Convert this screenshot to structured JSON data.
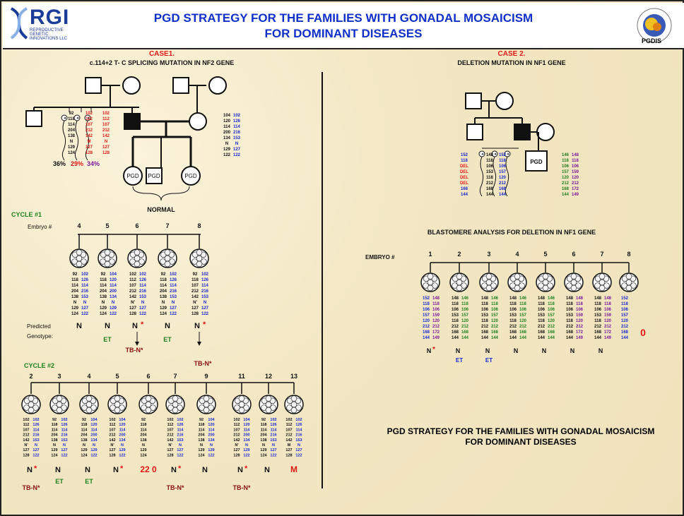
{
  "header": {
    "title_line1": "PGD  STRATEGY FOR THE FAMILIES WITH GONADAL MOSAICISM",
    "title_line2": "FOR DOMINANT DISEASES",
    "logo_main": "RGI",
    "logo_sub": "REPRODUCTIVE GENETIC INNOVATIONS LLC",
    "pgdis_label": "PGDIS"
  },
  "case1": {
    "title": "CASE1.",
    "subtitle": "c.114+2 T- C SPLICING MUTATION IN NF2 GENE",
    "fetal_pcts": [
      "36%",
      "29%",
      "34%"
    ],
    "pgd_label": "PGD",
    "normal_label": "NORMAL",
    "fetus1": [
      "92",
      "118",
      "114",
      "204",
      "138",
      "N",
      "129",
      "124"
    ],
    "fetus2": [
      "102",
      "112",
      "107",
      "212",
      "142",
      "M",
      "127",
      "128"
    ],
    "fetus3": [
      "102",
      "112",
      "107",
      "212",
      "142",
      "N",
      "127",
      "128"
    ],
    "right_allele": [
      [
        "104",
        "102"
      ],
      [
        "120",
        "126"
      ],
      [
        "114",
        "114"
      ],
      [
        "200",
        "216"
      ],
      [
        "134",
        "153"
      ],
      [
        "N",
        "N"
      ],
      [
        "129",
        "127"
      ],
      [
        "122",
        "122"
      ]
    ],
    "cycle1": {
      "label": "CYCLE #1",
      "embryo_label": "Embryo #",
      "predicted_label_1": "Predicted",
      "predicted_label_2": "Genotype:",
      "embryos": [
        {
          "num": "4",
          "a": [
            [
              "92",
              "102"
            ],
            [
              "118",
              "126"
            ],
            [
              "114",
              "114"
            ],
            [
              "204",
              "216"
            ],
            [
              "138",
              "153"
            ],
            [
              "N",
              "N"
            ],
            [
              "129",
              "127"
            ],
            [
              "124",
              "122"
            ]
          ],
          "geno": "N",
          "star": "",
          "sub": ""
        },
        {
          "num": "5",
          "a": [
            [
              "92",
              "104"
            ],
            [
              "118",
              "120"
            ],
            [
              "114",
              "114"
            ],
            [
              "204",
              "200"
            ],
            [
              "138",
              "134"
            ],
            [
              "N",
              "N"
            ],
            [
              "129",
              "129"
            ],
            [
              "124",
              "122"
            ]
          ],
          "geno": "N",
          "star": "",
          "sub": "ET"
        },
        {
          "num": "6",
          "a": [
            [
              "102",
              "102"
            ],
            [
              "112",
              "126"
            ],
            [
              "107",
              "114"
            ],
            [
              "212",
              "216"
            ],
            [
              "142",
              "153"
            ],
            [
              "N'",
              "N"
            ],
            [
              "127",
              "127"
            ],
            [
              "128",
              "122"
            ]
          ],
          "geno": "N",
          "star": "*",
          "sub": "TB-N*"
        },
        {
          "num": "7",
          "a": [
            [
              "92",
              "102"
            ],
            [
              "118",
              "126"
            ],
            [
              "114",
              "114"
            ],
            [
              "204",
              "216"
            ],
            [
              "138",
              "153"
            ],
            [
              "N",
              "N"
            ],
            [
              "129",
              "127"
            ],
            [
              "124",
              "122"
            ]
          ],
          "geno": "N",
          "star": "",
          "sub": "ET"
        },
        {
          "num": "8",
          "a": [
            [
              "92",
              "102"
            ],
            [
              "118",
              "126"
            ],
            [
              "107",
              "114"
            ],
            [
              "212",
              "216"
            ],
            [
              "142",
              "153"
            ],
            [
              "N'",
              "N"
            ],
            [
              "127",
              "127"
            ],
            [
              "128",
              "122"
            ]
          ],
          "geno": "N",
          "star": "*",
          "sub": "TB-N*"
        }
      ]
    },
    "cycle2": {
      "label": "CYCLE #2",
      "embryos": [
        {
          "num": "2",
          "a": [
            [
              "102",
              "102"
            ],
            [
              "112",
              "126"
            ],
            [
              "107",
              "114"
            ],
            [
              "212",
              "216"
            ],
            [
              "142",
              "153"
            ],
            [
              "N'",
              "N"
            ],
            [
              "127",
              "127"
            ],
            [
              "128",
              "122"
            ]
          ],
          "geno": "N*",
          "sub": "TB-N*"
        },
        {
          "num": "3",
          "a": [
            [
              "92",
              "102"
            ],
            [
              "118",
              "126"
            ],
            [
              "114",
              "114"
            ],
            [
              "204",
              "216"
            ],
            [
              "138",
              "153"
            ],
            [
              "N",
              "N"
            ],
            [
              "129",
              "127"
            ],
            [
              "124",
              "122"
            ]
          ],
          "geno": "N",
          "sub": "ET"
        },
        {
          "num": "4",
          "a": [
            [
              "92",
              "104"
            ],
            [
              "118",
              "120"
            ],
            [
              "114",
              "114"
            ],
            [
              "204",
              "200"
            ],
            [
              "138",
              "134"
            ],
            [
              "N",
              "N"
            ],
            [
              "129",
              "129"
            ],
            [
              "124",
              "122"
            ]
          ],
          "geno": "N",
          "sub": "ET"
        },
        {
          "num": "5",
          "a": [
            [
              "102",
              "104"
            ],
            [
              "112",
              "120"
            ],
            [
              "107",
              "114"
            ],
            [
              "212",
              "200"
            ],
            [
              "142",
              "134"
            ],
            [
              "N'",
              "N"
            ],
            [
              "127",
              "129"
            ],
            [
              "128",
              "122"
            ]
          ],
          "geno": "N*",
          "sub": ""
        },
        {
          "num": "6",
          "a": [
            [
              "92",
              ""
            ],
            [
              "118",
              ""
            ],
            [
              "114",
              ""
            ],
            [
              "204",
              ""
            ],
            [
              "138",
              ""
            ],
            [
              "N",
              ""
            ],
            [
              "129",
              ""
            ],
            [
              "124",
              ""
            ]
          ],
          "geno": "22 0",
          "sub": ""
        },
        {
          "num": "7",
          "a": [
            [
              "102",
              "102"
            ],
            [
              "112",
              "126"
            ],
            [
              "107",
              "114"
            ],
            [
              "212",
              "216"
            ],
            [
              "142",
              "153"
            ],
            [
              "N'",
              "N"
            ],
            [
              "127",
              "127"
            ],
            [
              "128",
              "122"
            ]
          ],
          "geno": "N*",
          "sub": "TB-N*"
        },
        {
          "num": "9",
          "a": [
            [
              "92",
              "104"
            ],
            [
              "118",
              "120"
            ],
            [
              "114",
              "114"
            ],
            [
              "204",
              "200"
            ],
            [
              "138",
              "134"
            ],
            [
              "N",
              "N"
            ],
            [
              "129",
              "129"
            ],
            [
              "124",
              "122"
            ]
          ],
          "geno": "N",
          "sub": ""
        },
        {
          "num": "11",
          "a": [
            [
              "102",
              "104"
            ],
            [
              "112",
              "120"
            ],
            [
              "107",
              "114"
            ],
            [
              "212",
              "200"
            ],
            [
              "142",
              "134"
            ],
            [
              "N'",
              "N"
            ],
            [
              "127",
              "129"
            ],
            [
              "128",
              "122"
            ]
          ],
          "geno": "N*",
          "sub": "TB-N*"
        },
        {
          "num": "12",
          "a": [
            [
              "92",
              "102"
            ],
            [
              "118",
              "126"
            ],
            [
              "114",
              "114"
            ],
            [
              "204",
              "216"
            ],
            [
              "138",
              "153"
            ],
            [
              "N",
              "N"
            ],
            [
              "129",
              "127"
            ],
            [
              "124",
              "122"
            ]
          ],
          "geno": "N",
          "sub": ""
        },
        {
          "num": "13",
          "a": [
            [
              "102",
              "102"
            ],
            [
              "112",
              "126"
            ],
            [
              "107",
              "114"
            ],
            [
              "212",
              "216"
            ],
            [
              "142",
              "153"
            ],
            [
              "M",
              "N"
            ],
            [
              "127",
              "127"
            ],
            [
              "128",
              "122"
            ]
          ],
          "geno": "M",
          "sub": ""
        }
      ]
    }
  },
  "case2": {
    "title": "CASE 2.",
    "subtitle": "DELETION MUTATION IN NF1 GENE",
    "pgd_label": "PGD",
    "fetus1": [
      "152",
      "118",
      "DEL",
      "DEL",
      "DEL",
      "DEL",
      "168",
      "144"
    ],
    "fetus2": [
      "148",
      "118",
      "106",
      "153",
      "118",
      "212",
      "168",
      "144"
    ],
    "fetus3": [
      "152",
      "118",
      "106",
      "157",
      "120",
      "212",
      "168",
      "144"
    ],
    "right_allele": [
      [
        "146",
        "148"
      ],
      [
        "118",
        "118"
      ],
      [
        "106",
        "106"
      ],
      [
        "157",
        "159"
      ],
      [
        "120",
        "120"
      ],
      [
        "212",
        "212"
      ],
      [
        "168",
        "172"
      ],
      [
        "144",
        "149"
      ]
    ],
    "analysis_title": "BLASTOMERE ANALYSIS FOR DELETION IN NF1 GENE",
    "embryo_label": "EMBRYO #",
    "embryos": [
      {
        "num": "1",
        "a": [
          [
            "152",
            "148"
          ],
          [
            "118",
            "118"
          ],
          [
            "106",
            "106"
          ],
          [
            "157",
            "159"
          ],
          [
            "120",
            "120"
          ],
          [
            "212",
            "212"
          ],
          [
            "168",
            "172"
          ],
          [
            "144",
            "149"
          ]
        ],
        "geno": "N*",
        "sub": ""
      },
      {
        "num": "2",
        "a": [
          [
            "148",
            "146"
          ],
          [
            "118",
            "118"
          ],
          [
            "106",
            "106"
          ],
          [
            "153",
            "157"
          ],
          [
            "118",
            "120"
          ],
          [
            "212",
            "212"
          ],
          [
            "168",
            "168"
          ],
          [
            "144",
            "144"
          ]
        ],
        "geno": "N",
        "sub": "ET"
      },
      {
        "num": "3",
        "a": [
          [
            "148",
            "146"
          ],
          [
            "118",
            "118"
          ],
          [
            "106",
            "106"
          ],
          [
            "153",
            "157"
          ],
          [
            "118",
            "120"
          ],
          [
            "212",
            "212"
          ],
          [
            "168",
            "168"
          ],
          [
            "144",
            "144"
          ]
        ],
        "geno": "N",
        "sub": "ET"
      },
      {
        "num": "4",
        "a": [
          [
            "148",
            "146"
          ],
          [
            "118",
            "118"
          ],
          [
            "106",
            "106"
          ],
          [
            "153",
            "157"
          ],
          [
            "118",
            "120"
          ],
          [
            "212",
            "212"
          ],
          [
            "168",
            "168"
          ],
          [
            "144",
            "144"
          ]
        ],
        "geno": "N",
        "sub": ""
      },
      {
        "num": "5",
        "a": [
          [
            "148",
            "146"
          ],
          [
            "118",
            "118"
          ],
          [
            "106",
            "106"
          ],
          [
            "153",
            "157"
          ],
          [
            "118",
            "120"
          ],
          [
            "212",
            "212"
          ],
          [
            "168",
            "168"
          ],
          [
            "144",
            "144"
          ]
        ],
        "geno": "N",
        "sub": ""
      },
      {
        "num": "6",
        "a": [
          [
            "148",
            "148"
          ],
          [
            "118",
            "118"
          ],
          [
            "106",
            "106"
          ],
          [
            "153",
            "159"
          ],
          [
            "118",
            "120"
          ],
          [
            "212",
            "212"
          ],
          [
            "168",
            "172"
          ],
          [
            "144",
            "149"
          ]
        ],
        "geno": "N",
        "sub": ""
      },
      {
        "num": "7",
        "a": [
          [
            "148",
            "148"
          ],
          [
            "118",
            "118"
          ],
          [
            "106",
            "106"
          ],
          [
            "153",
            "159"
          ],
          [
            "118",
            "120"
          ],
          [
            "212",
            "212"
          ],
          [
            "168",
            "172"
          ],
          [
            "144",
            "149"
          ]
        ],
        "geno": "N",
        "sub": ""
      },
      {
        "num": "8",
        "a": [
          [
            "152",
            ""
          ],
          [
            "118",
            ""
          ],
          [
            "106",
            ""
          ],
          [
            "157",
            ""
          ],
          [
            "120",
            ""
          ],
          [
            "212",
            ""
          ],
          [
            "168",
            ""
          ],
          [
            "144",
            ""
          ]
        ],
        "geno": "0",
        "sub": ""
      }
    ]
  },
  "bottom": {
    "line1": "PGD  STRATEGY FOR THE FAMILIES WITH GONADAL MOSAICISM",
    "line2": "FOR DOMINANT DISEASES"
  },
  "colors": {
    "red": "#e01818",
    "blue": "#1828d0",
    "green": "#208020",
    "black": "#111111",
    "maroon": "#8a1010",
    "purple": "#7a1a9a"
  }
}
